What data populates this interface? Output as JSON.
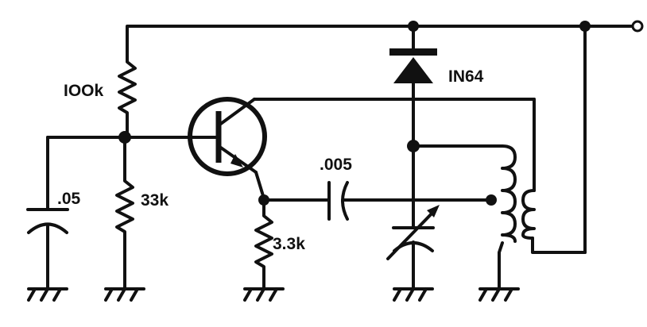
{
  "labels": {
    "r_top": "IOOk",
    "c_left": ".05",
    "r_bottom": "33k",
    "c_coupling": ".005",
    "diode": "IN64",
    "r_emitter": "3.3k"
  }
}
